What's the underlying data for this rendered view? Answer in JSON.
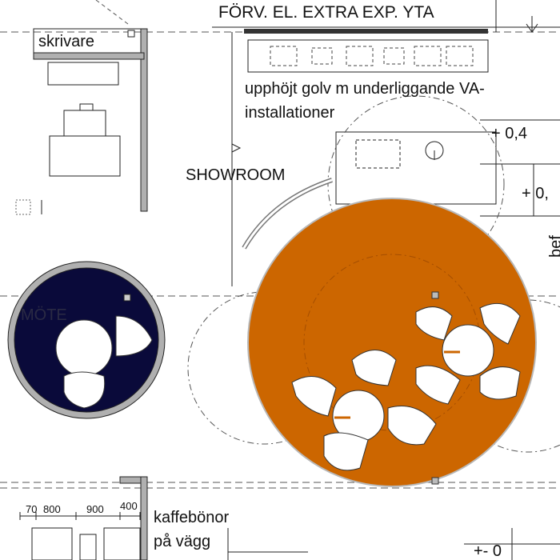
{
  "labels": {
    "banner": "FÖRV. EL. EXTRA EXP. YTA",
    "skrivare": "skrivare",
    "raised_floor_1": "upphöjt golv m underliggande VA-",
    "raised_floor_2": "installationer",
    "level_1": "+ 0,4",
    "level_2": "+ 0,",
    "showroom": "SHOWROOM",
    "mote": "MÖTE",
    "bef": "bef",
    "kaffe_1": "kaffebönor",
    "kaffe_2": "på vägg",
    "level_3": "+- 0"
  },
  "dimensions": [
    "70",
    "800",
    "900",
    "400"
  ],
  "colors": {
    "showroom_fill": "#cc6600",
    "meeting_fill": "#0a0a3a",
    "wall": "#b0b0b0",
    "line": "#222222",
    "dashed": "#555555"
  }
}
